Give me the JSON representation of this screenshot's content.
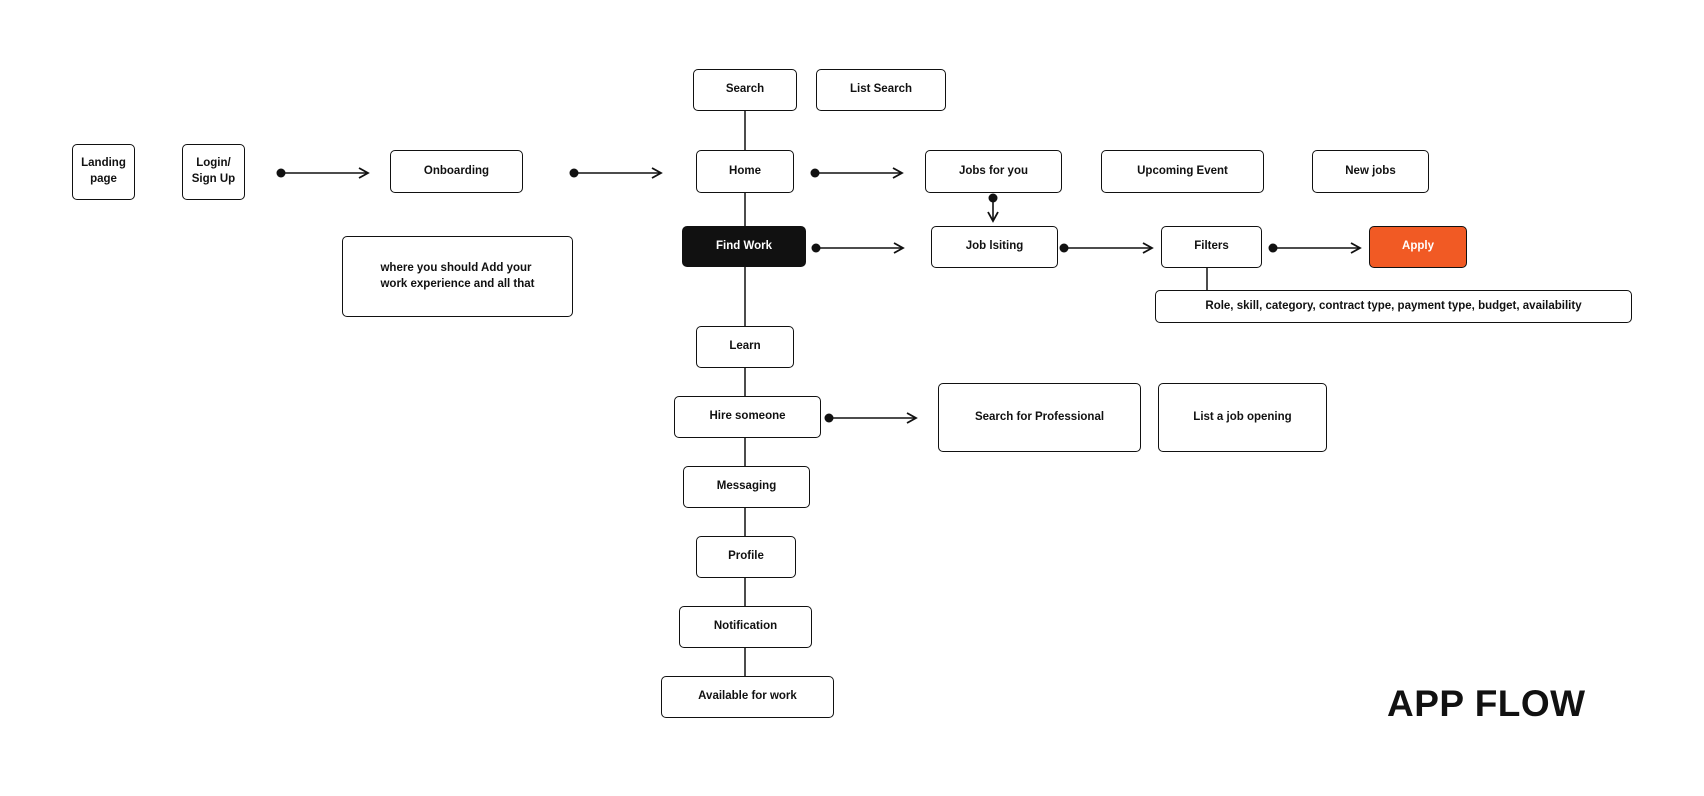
{
  "title": "APP FLOW",
  "colors": {
    "line": "#111111",
    "dark_node": "#111111",
    "accent": "#f15a24",
    "background": "#ffffff"
  },
  "nodes": {
    "landing_page": "Landing\npage",
    "login_signup": "Login/\nSign Up",
    "onboarding": "Onboarding",
    "onboarding_note": "where you should Add your\nwork experience and all that",
    "search": "Search",
    "list_search": "List Search",
    "home": "Home",
    "jobs_for_you": "Jobs for you",
    "upcoming_event": "Upcoming Event",
    "new_jobs": "New jobs",
    "find_work": "Find Work",
    "job_listing": "Job lsiting",
    "filters": "Filters",
    "apply": "Apply",
    "filter_options": "Role, skill, category, contract type, payment type, budget, availability",
    "learn": "Learn",
    "hire_someone": "Hire someone",
    "search_professional": "Search for Professional",
    "list_job_opening": "List a job opening",
    "messaging": "Messaging",
    "profile": "Profile",
    "notification": "Notification",
    "available_for_work": "Available for work"
  }
}
